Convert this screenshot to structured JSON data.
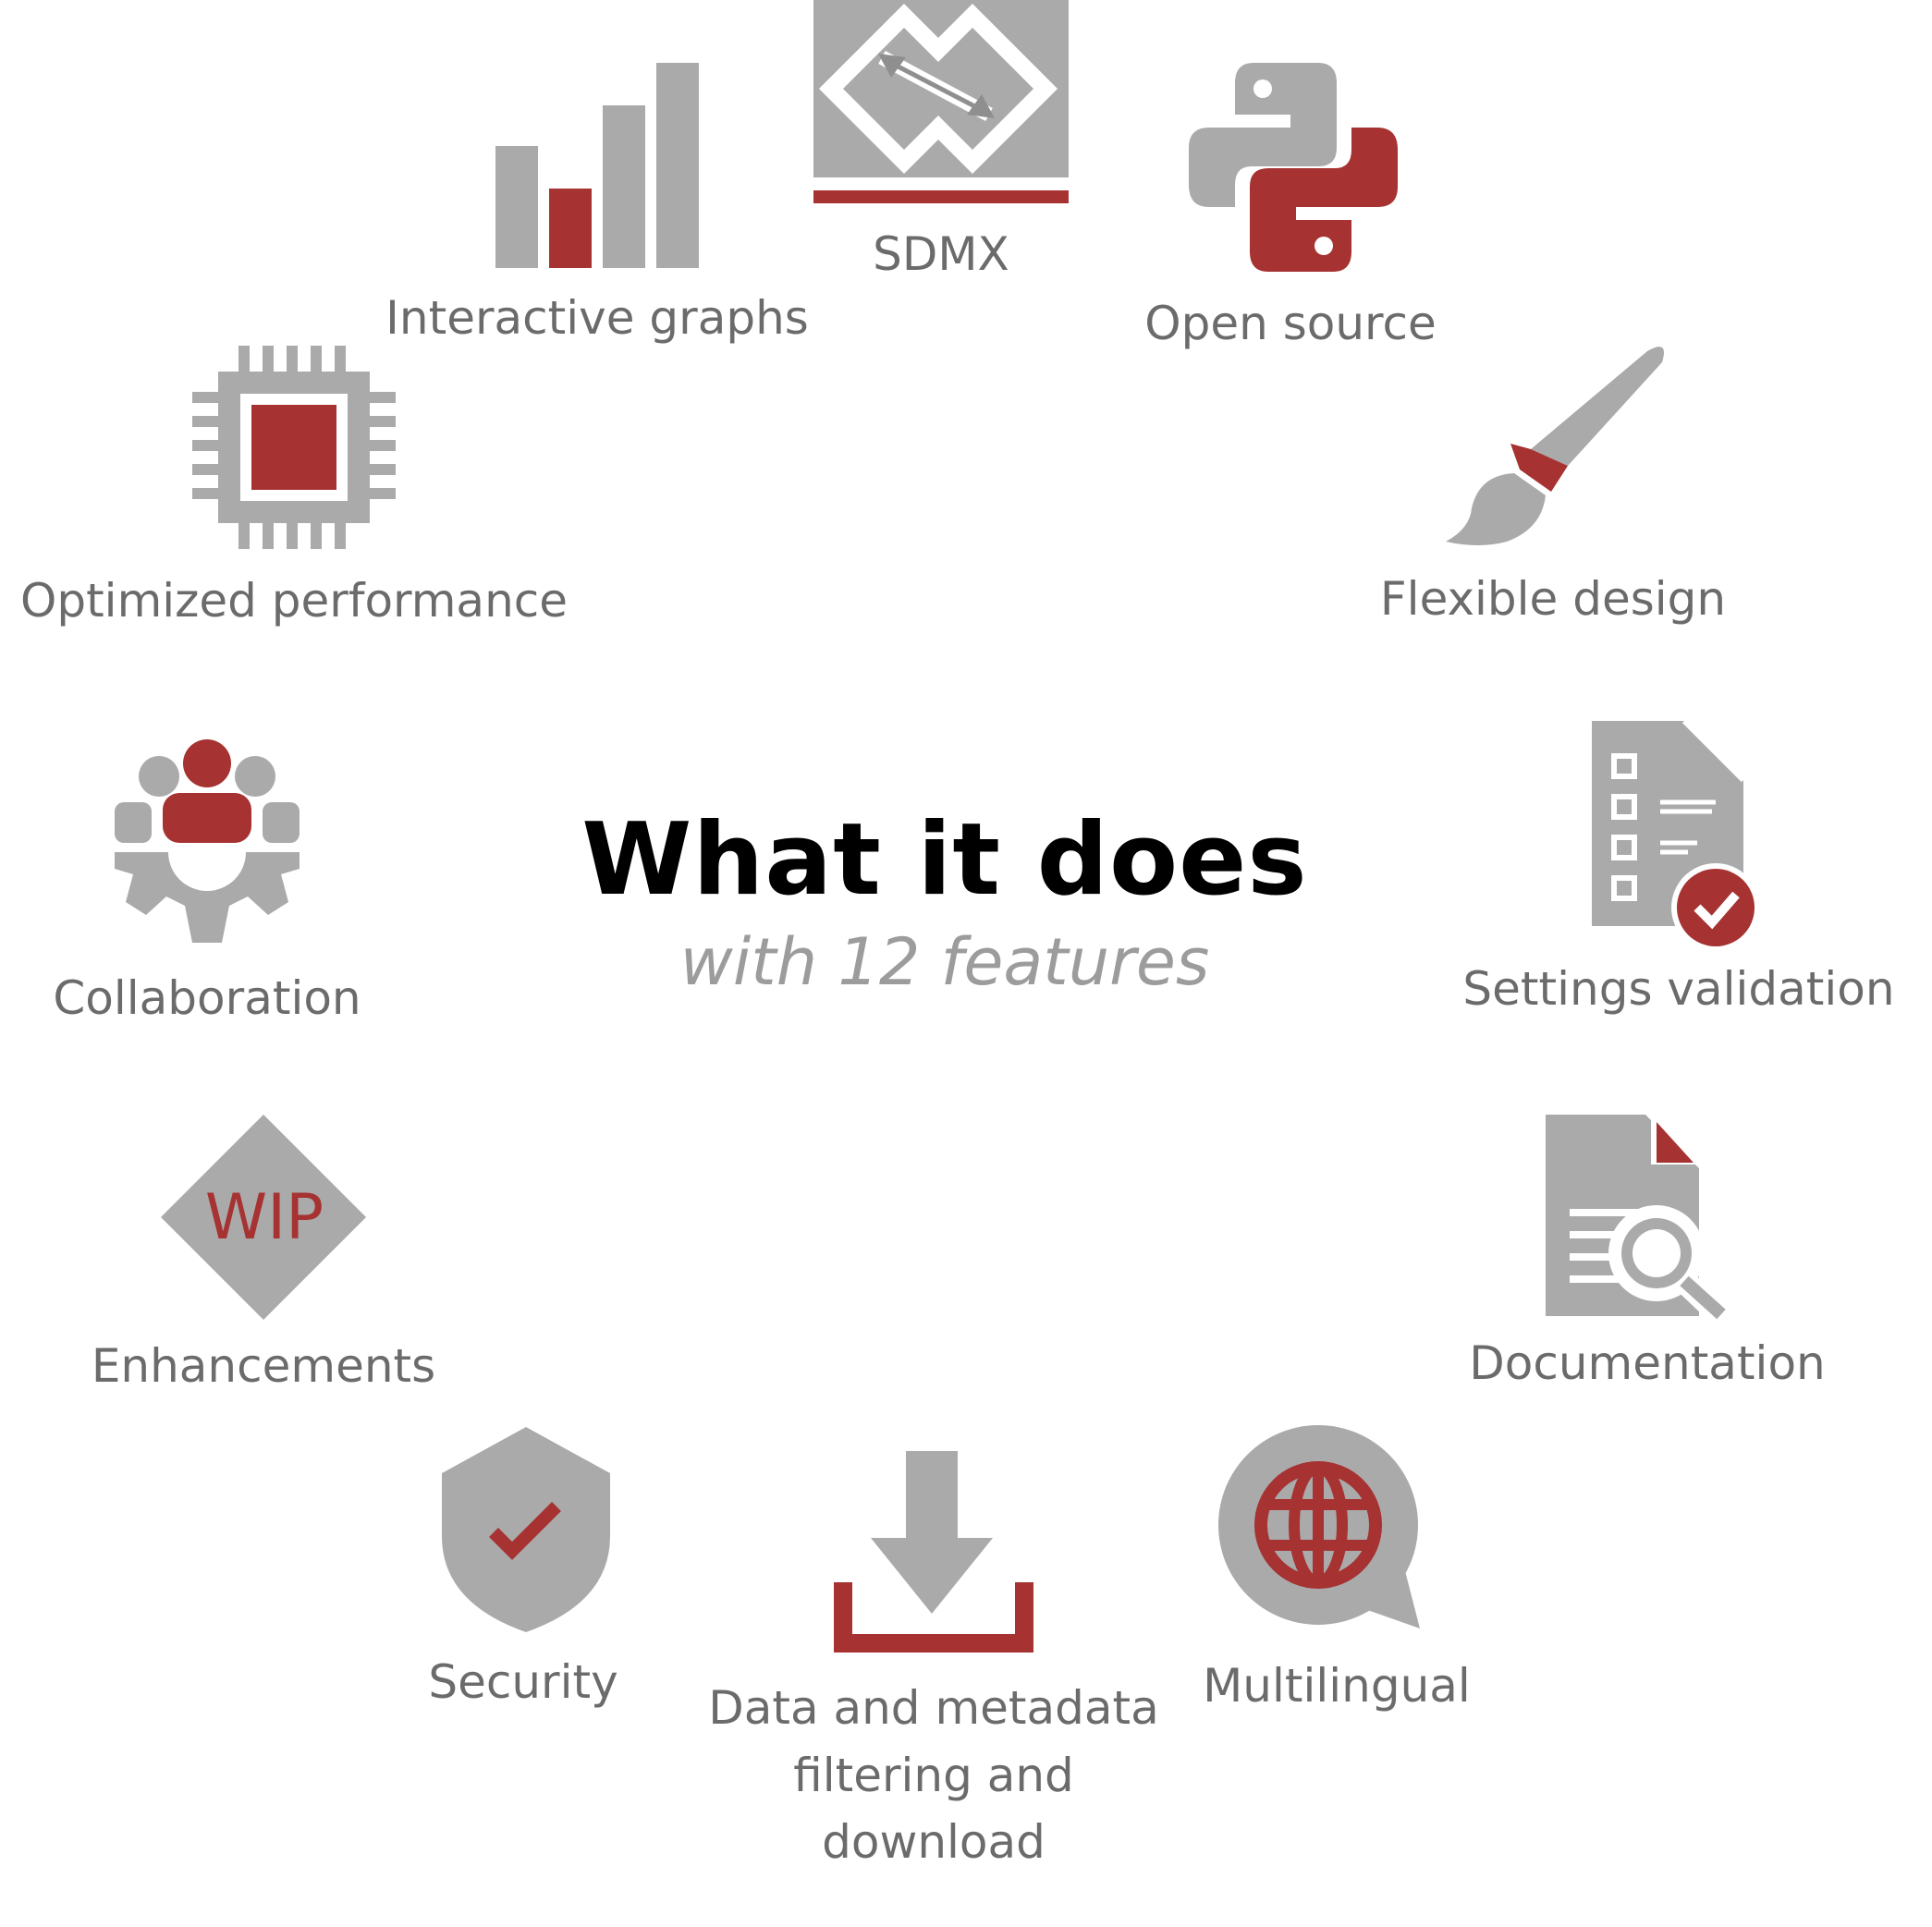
{
  "title": "What it does",
  "subtitle": "with 12 features",
  "colors": {
    "gray": "#aaaaaa",
    "red": "#a63232",
    "label": "#6b6b6b",
    "title": "#000000",
    "subtitle": "#9c9c9c"
  },
  "features": [
    {
      "label": "SDMX",
      "icon": "sdmx-arrows-icon"
    },
    {
      "label": "Open source",
      "icon": "python-logo-icon"
    },
    {
      "label": "Flexible design",
      "icon": "paintbrush-icon"
    },
    {
      "label": "Settings validation",
      "icon": "checklist-document-icon"
    },
    {
      "label": "Documentation",
      "icon": "document-search-icon"
    },
    {
      "label": "Multilingual",
      "icon": "globe-speech-bubble-icon"
    },
    {
      "label": "Data and metadata filtering and download",
      "icon": "download-tray-icon"
    },
    {
      "label": "Security",
      "icon": "shield-check-icon"
    },
    {
      "label": "Enhancements",
      "icon": "wip-diamond-icon",
      "icon_text": "WIP"
    },
    {
      "label": "Collaboration",
      "icon": "team-gear-icon"
    },
    {
      "label": "Optimized performance",
      "icon": "cpu-chip-icon"
    },
    {
      "label": "Interactive graphs",
      "icon": "bar-chart-icon"
    }
  ]
}
